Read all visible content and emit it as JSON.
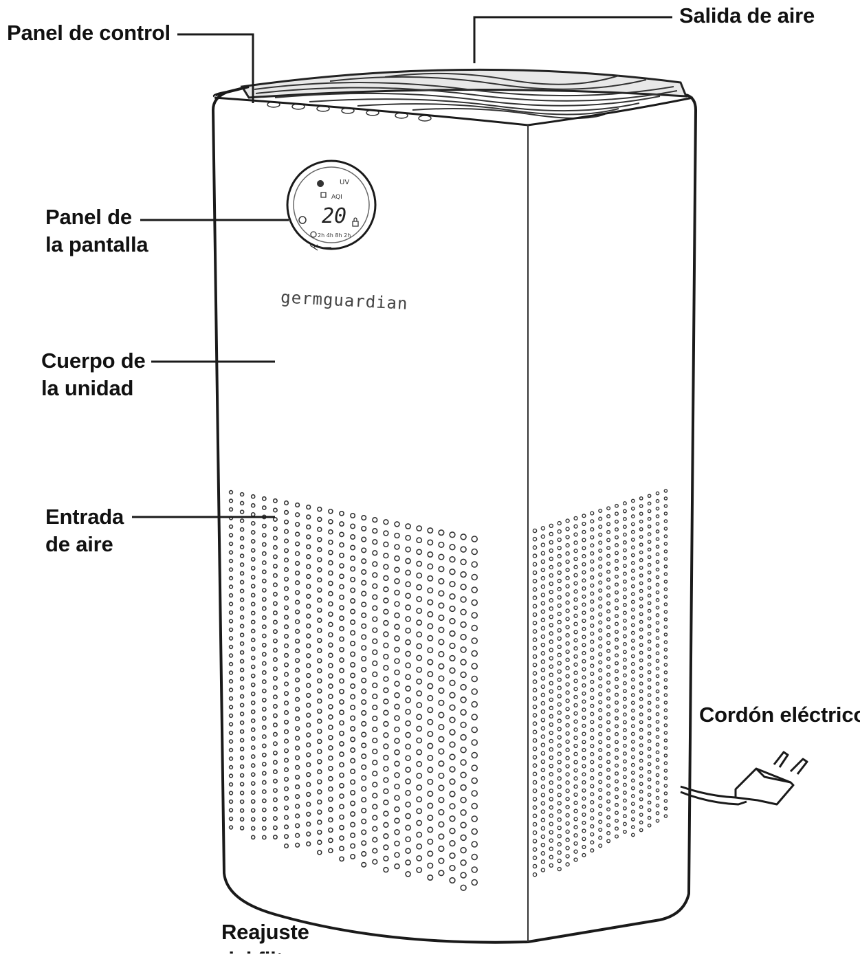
{
  "labels": {
    "control_panel": "Panel de control",
    "air_outlet": "Salida de aire",
    "display_panel_line1": "Panel de",
    "display_panel_line2": "la pantalla",
    "unit_body_line1": "Cuerpo de",
    "unit_body_line2": "la unidad",
    "air_inlet_line1": "Entrada",
    "air_inlet_line2": "de aire",
    "power_cord": "Cordón eléctrico",
    "filter_reset_line1": "Reajuste",
    "filter_reset_line2": "del filtro"
  },
  "device": {
    "brand": "germguardian",
    "display": {
      "uv": "UV",
      "aqi": "AQI",
      "value": "20",
      "timer": "2h 4h 8h 2h"
    }
  },
  "colors": {
    "line": "#1a1a1a",
    "text": "#111111"
  }
}
